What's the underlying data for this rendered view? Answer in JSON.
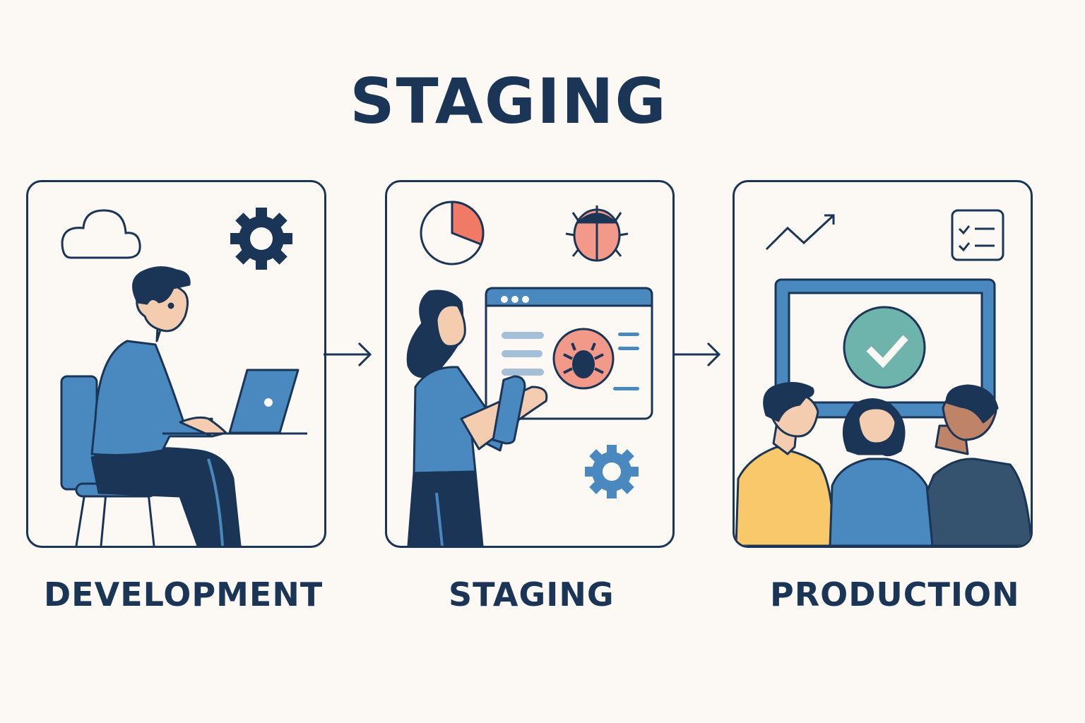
{
  "title": "STAGING",
  "stages": [
    {
      "label": "DEVELOPMENT",
      "icons": [
        "cloud-icon",
        "gear-icon"
      ],
      "scene": "developer-at-laptop"
    },
    {
      "label": "STAGING",
      "icons": [
        "pie-chart-icon",
        "bug-icon",
        "gear-icon"
      ],
      "scene": "tester-inspecting-bug"
    },
    {
      "label": "PRODUCTION",
      "icons": [
        "trend-up-icon",
        "checklist-icon",
        "check-circle-icon"
      ],
      "scene": "team-celebrating"
    }
  ],
  "colors": {
    "navy": "#1b3556",
    "blue": "#4a88c0",
    "coral": "#f07a66",
    "teal": "#6fb3ad",
    "yellow": "#f8c86a",
    "skin": "#f4cdb1",
    "skin_dark": "#bf8468",
    "background": "#fcf9f5"
  }
}
